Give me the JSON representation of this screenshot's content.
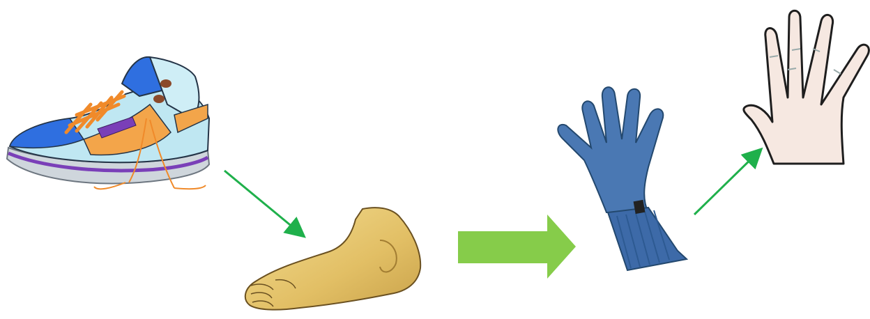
{
  "diagram": {
    "kind": "analogy",
    "items": [
      {
        "id": "shoe",
        "icon": "sneaker-icon"
      },
      {
        "id": "foot",
        "icon": "foot-icon"
      },
      {
        "id": "glove",
        "icon": "glove-icon"
      },
      {
        "id": "hand",
        "icon": "hand-icon"
      }
    ],
    "relations": [
      {
        "from": "shoe",
        "to": "foot",
        "style": "thin-arrow"
      },
      {
        "from": "foot",
        "to": "glove",
        "style": "block-arrow"
      },
      {
        "from": "glove",
        "to": "hand",
        "style": "thin-arrow"
      }
    ]
  },
  "colors": {
    "thin_arrow": "#1fb04b",
    "block_arrow": "#86cc4a",
    "shoe_blue": "#2f6fe0",
    "shoe_light": "#bfe7f2",
    "shoe_orange": "#f3a54a",
    "shoe_purple": "#7a3fb8",
    "foot_gold": "#e7c774",
    "glove_blue": "#4a78b3",
    "hand_skin": "#f6e8e1"
  }
}
